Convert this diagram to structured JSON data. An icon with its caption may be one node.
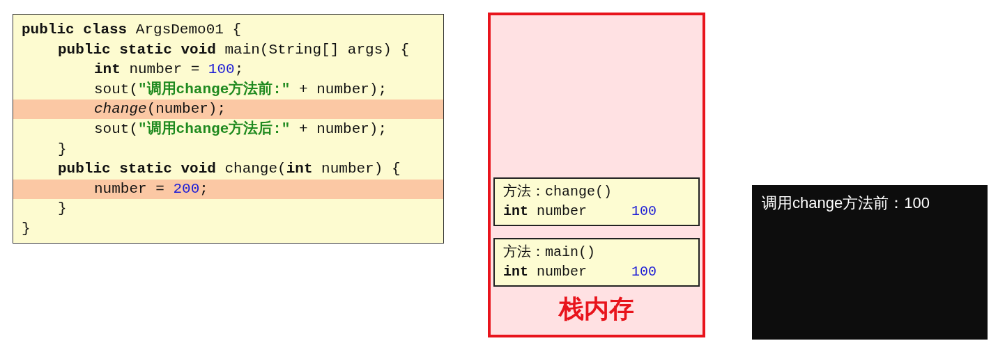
{
  "diagram": {
    "nodes": [
      {
        "text": [
          "**public class** ArgsDemo01 {",
          "**public static void** main(String[] args) {",
          "**int** number = 100;",
          "sout(\"调用change方法前:\" + number);",
          "*change*(number);",
          "sout(\"调用change方法后:\" + number);",
          "}",
          "**public static void** change(**int** number) {",
          "number = 200;",
          "}",
          "}"
        ]
      },
      {
        "text": [
          "栈内存"
        ]
      },
      {
        "text": [
          "方法：change()",
          "**int** number",
          "100"
        ],
        "in": 1
      },
      {
        "text": [
          "方法：main()",
          "**int** number",
          "100"
        ],
        "in": 1
      },
      {
        "text": [
          "调用change方法前：100"
        ]
      }
    ]
  }
}
